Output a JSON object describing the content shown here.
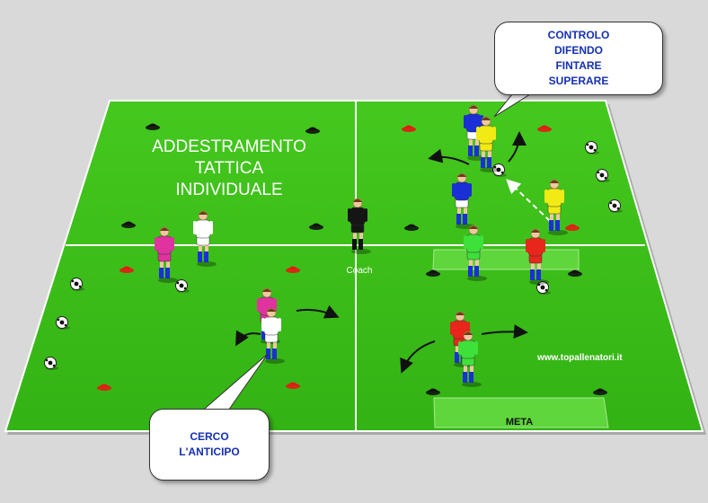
{
  "title_lines": [
    "ADDESTRAMENTO",
    "TATTICA",
    "INDIVIDUALE"
  ],
  "coach_label": "Coach",
  "goal_label": "META",
  "website": "www.topallenatori.it",
  "bubble_top": [
    "CONTROLO",
    "DIFENDO",
    "FINTARE",
    "SUPERARE"
  ],
  "bubble_bottom": [
    "CERCO",
    "L'ANTICIPO"
  ],
  "colors": {
    "pitch": "#3fbf1a",
    "team_blue": "#1a2fd6",
    "team_yellow": "#f2ea14",
    "team_pink": "#e0339f",
    "team_white": "#ffffff",
    "team_red": "#e8261c",
    "team_green": "#3ee03a",
    "coach": "#151515"
  }
}
